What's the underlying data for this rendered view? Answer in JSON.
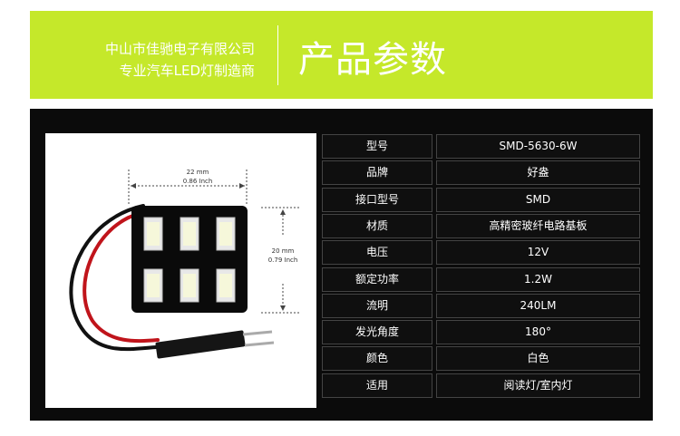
{
  "header": {
    "company_line1": "中山市佳驰电子有限公司",
    "company_line2": "专业汽车LED灯制造商",
    "title": "产品参数"
  },
  "product_image": {
    "width_mm": "22 mm",
    "width_inch": "0.86 Inch",
    "height_mm": "20 mm",
    "height_inch": "0.79 Inch"
  },
  "specs": [
    {
      "label": "型号",
      "value": "SMD-5630-6W"
    },
    {
      "label": "品牌",
      "value": "好盎"
    },
    {
      "label": "接口型号",
      "value": "SMD"
    },
    {
      "label": "材质",
      "value": "高精密玻纤电路基板"
    },
    {
      "label": "电压",
      "value": "12V"
    },
    {
      "label": "额定功率",
      "value": "1.2W"
    },
    {
      "label": "流明",
      "value": "240LM"
    },
    {
      "label": "发光角度",
      "value": "180°"
    },
    {
      "label": "颜色",
      "value": "白色"
    },
    {
      "label": "适用",
      "value": "阅读灯/室内灯"
    }
  ],
  "colors": {
    "banner": "#c5e82a",
    "panel": "#0b0b0b",
    "cell_border": "#444444"
  }
}
